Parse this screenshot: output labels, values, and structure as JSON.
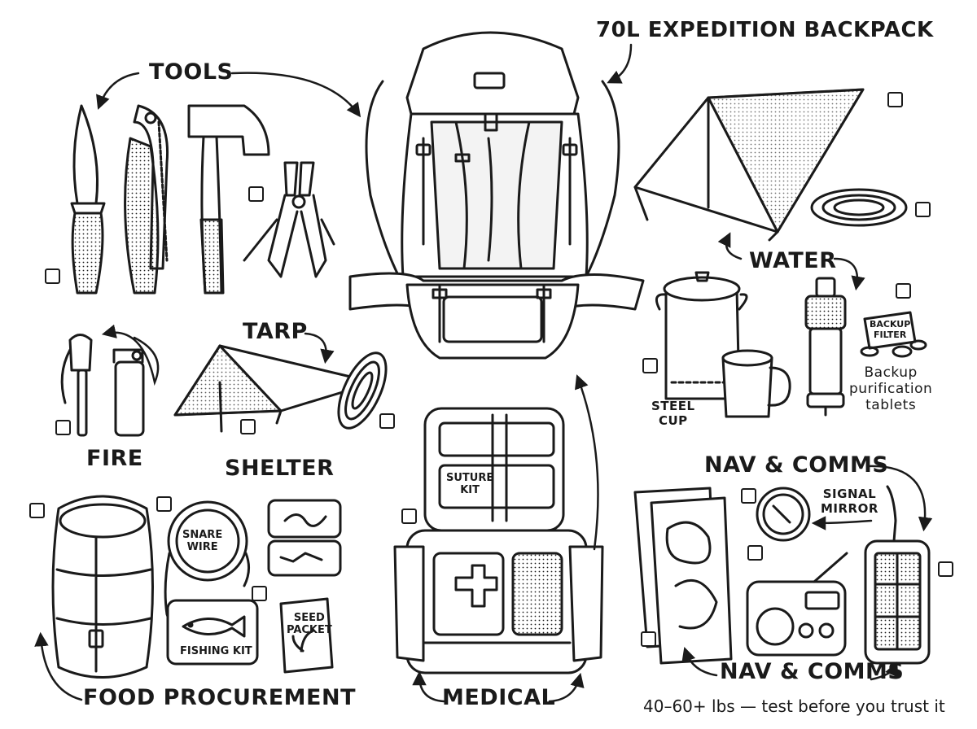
{
  "labels": {
    "backpack": "70L EXPEDITION BACKPACK",
    "tools": "TOOLS",
    "water": "WATER",
    "fire": "FIRE",
    "tarp": "TARP",
    "shelter": "SHELTER",
    "steel_cup": "STEEL\nCUP",
    "backup_note": "Backup\npurification\ntablets",
    "nav_comms_top": "NAV & COMMS",
    "signal_mirror": "SIGNAL\nMIRROR",
    "nav_comms_bottom": "NAV & COMMS",
    "food": "FOOD PROCUREMENT",
    "medical": "MEDICAL",
    "footer": "40–60+ lbs — test before you trust it"
  },
  "item_tags": {
    "backup_filter": "BACKUP\nFILTER",
    "snare_wire": "SNARE\nWIRE",
    "fishing_kit": "FISHING KIT",
    "seed_packet": "SEED\nPACKET",
    "suture_kit": "SUTURE\nKIT"
  },
  "checkboxes": [
    {
      "id": "knife",
      "checked": false
    },
    {
      "id": "multitool",
      "checked": false
    },
    {
      "id": "tarp-top-right",
      "checked": false
    },
    {
      "id": "rope-top-right",
      "checked": false
    },
    {
      "id": "filter",
      "checked": false
    },
    {
      "id": "pot",
      "checked": false
    },
    {
      "id": "fire",
      "checked": false
    },
    {
      "id": "tarp-shelter",
      "checked": false
    },
    {
      "id": "rope-shelter",
      "checked": false
    },
    {
      "id": "sleeping-bag",
      "checked": false
    },
    {
      "id": "snare-wire",
      "checked": false
    },
    {
      "id": "tackle-box",
      "checked": false
    },
    {
      "id": "medical-kit",
      "checked": false
    },
    {
      "id": "map",
      "checked": false
    },
    {
      "id": "mirror",
      "checked": false
    },
    {
      "id": "radio",
      "checked": false
    },
    {
      "id": "map-bottom",
      "checked": false
    }
  ],
  "colors": {
    "ink": "#1a1a1a",
    "paper": "#ffffff",
    "shade": "#d9d9d9"
  }
}
